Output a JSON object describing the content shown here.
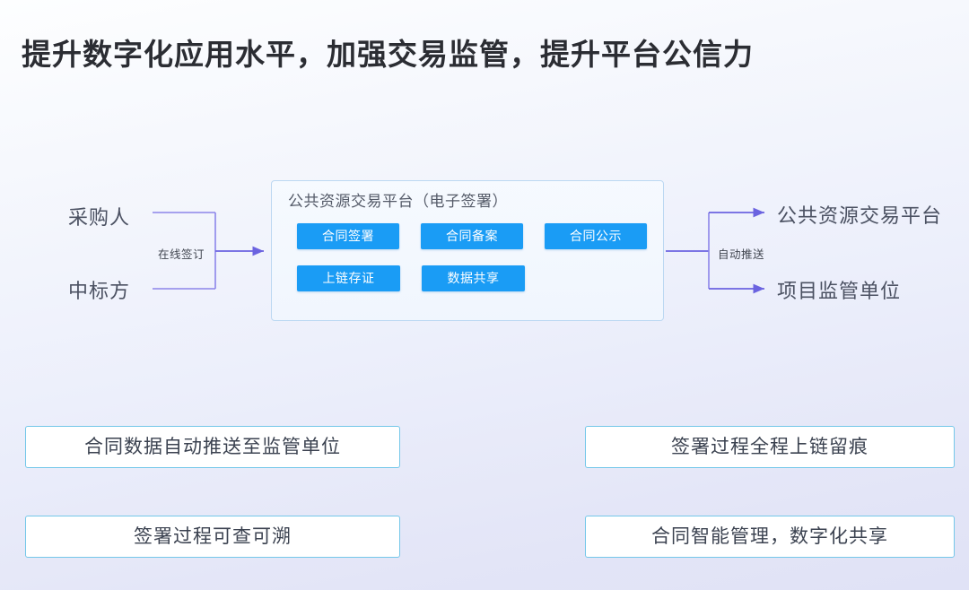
{
  "title": "提升数字化应用水平，加强交易监管，提升平台公信力",
  "colors": {
    "chip_blue": "#1a9cf5",
    "connector_purple": "#6b63e0",
    "feature_border": "#74c7e9",
    "container_border": "#bcd8f2",
    "title_text": "#2b2d33",
    "node_text": "#4b5162"
  },
  "flow": {
    "inputs": [
      {
        "label": "采购人"
      },
      {
        "label": "中标方"
      }
    ],
    "input_edge_label": "在线签订",
    "platform": {
      "title": "公共资源交易平台（电子签署）",
      "chip_rows": [
        [
          {
            "label": "合同签署"
          },
          {
            "label": "合同备案"
          },
          {
            "label": "合同公示"
          }
        ],
        [
          {
            "label": "上链存证"
          },
          {
            "label": "数据共享"
          }
        ]
      ]
    },
    "output_edge_label": "自动推送",
    "outputs": [
      {
        "label": "公共资源交易平台"
      },
      {
        "label": "项目监管单位"
      }
    ]
  },
  "features": {
    "left": [
      {
        "label": "合同数据自动推送至监管单位"
      },
      {
        "label": "签署过程可查可溯"
      }
    ],
    "right": [
      {
        "label": "签署过程全程上链留痕"
      },
      {
        "label": "合同智能管理，数字化共享"
      }
    ]
  }
}
